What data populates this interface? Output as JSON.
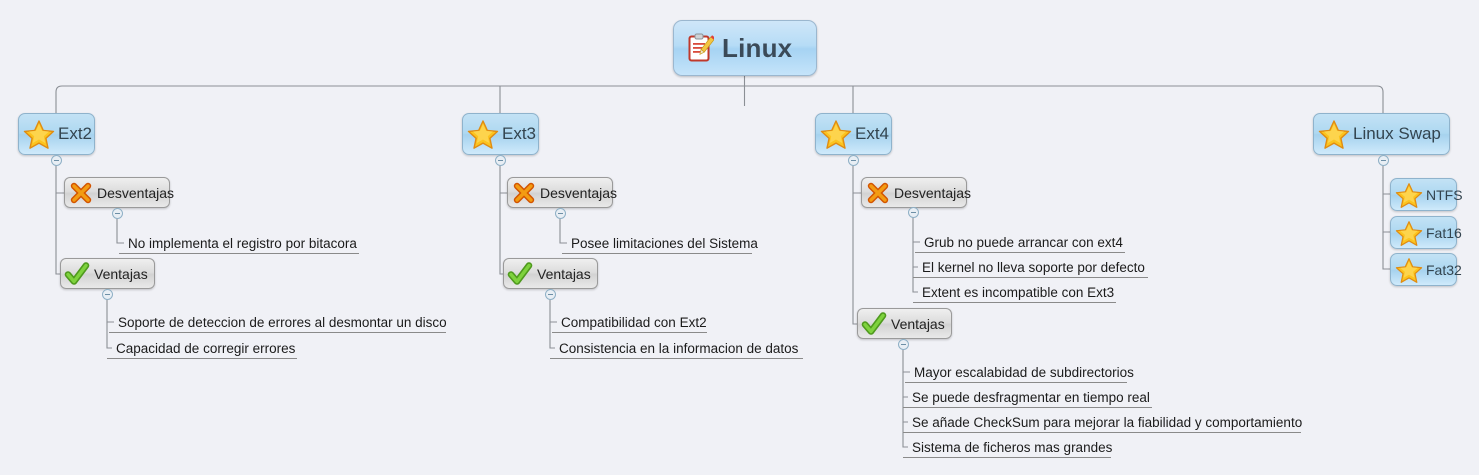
{
  "app": {
    "background_color": "#f0f1f6",
    "type": "mind-map"
  },
  "root": {
    "label": "Linux",
    "icon": "clipboard-pencil-icon"
  },
  "branches": [
    {
      "id": "ext2",
      "label": "Ext2",
      "icon": "star-icon",
      "groups": [
        {
          "id": "ext2-desventajas",
          "label": "Desventajas",
          "icon": "cross-x-icon",
          "items": [
            "No implementa el registro por bitacora"
          ]
        },
        {
          "id": "ext2-ventajas",
          "label": "Ventajas",
          "icon": "check-mark-icon",
          "items": [
            "Soporte de deteccion de errores al desmontar un disco",
            "Capacidad de corregir errores"
          ]
        }
      ]
    },
    {
      "id": "ext3",
      "label": "Ext3",
      "icon": "star-icon",
      "groups": [
        {
          "id": "ext3-desventajas",
          "label": "Desventajas",
          "icon": "cross-x-icon",
          "items": [
            "Posee limitaciones del Sistema"
          ]
        },
        {
          "id": "ext3-ventajas",
          "label": "Ventajas",
          "icon": "check-mark-icon",
          "items": [
            "Compatibilidad con Ext2",
            "Consistencia en la informacion de datos"
          ]
        }
      ]
    },
    {
      "id": "ext4",
      "label": "Ext4",
      "icon": "star-icon",
      "groups": [
        {
          "id": "ext4-desventajas",
          "label": "Desventajas",
          "icon": "cross-x-icon",
          "items": [
            "Grub no puede arrancar con ext4",
            "El kernel no lleva soporte por defecto",
            "Extent es incompatible con Ext3"
          ]
        },
        {
          "id": "ext4-ventajas",
          "label": "Ventajas",
          "icon": "check-mark-icon",
          "items": [
            "Mayor escalabidad de subdirectorios",
            "Se puede desfragmentar en tiempo real",
            "Se añade CheckSum para mejorar la fiabilidad y comportamiento",
            "Sistema de ficheros mas grandes"
          ]
        }
      ]
    },
    {
      "id": "linux-swap",
      "label": "Linux Swap",
      "icon": "star-icon",
      "children": [
        {
          "id": "ntfs",
          "label": "NTFS",
          "icon": "star-icon"
        },
        {
          "id": "fat16",
          "label": "Fat16",
          "icon": "star-icon"
        },
        {
          "id": "fat32",
          "label": "Fat32",
          "icon": "star-icon"
        }
      ]
    }
  ]
}
